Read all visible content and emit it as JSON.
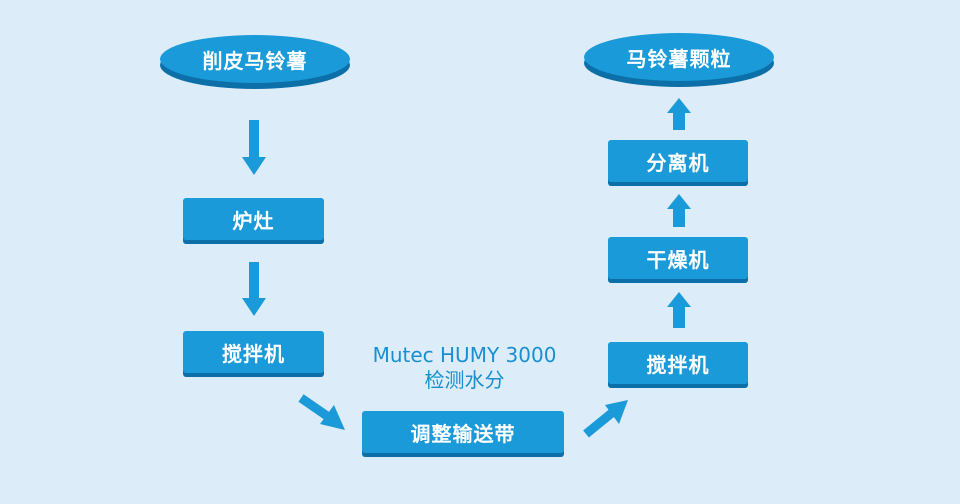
{
  "colors": {
    "background": "#dcedf9",
    "node_fill": "#1a9ad8",
    "node_shadow": "#0d6fa8",
    "arrow": "#1a9ad8",
    "label_text": "#1a8fd0"
  },
  "nodes": {
    "start": "削皮马铃薯",
    "stove": "炉灶",
    "mixer_left": "搅拌机",
    "conveyor": "调整输送带",
    "mixer_right": "搅拌机",
    "dryer": "干燥机",
    "separator": "分离机",
    "end": "马铃薯颗粒"
  },
  "annotation": {
    "line1": "Mutec HUMY 3000",
    "line2": "检测水分"
  }
}
